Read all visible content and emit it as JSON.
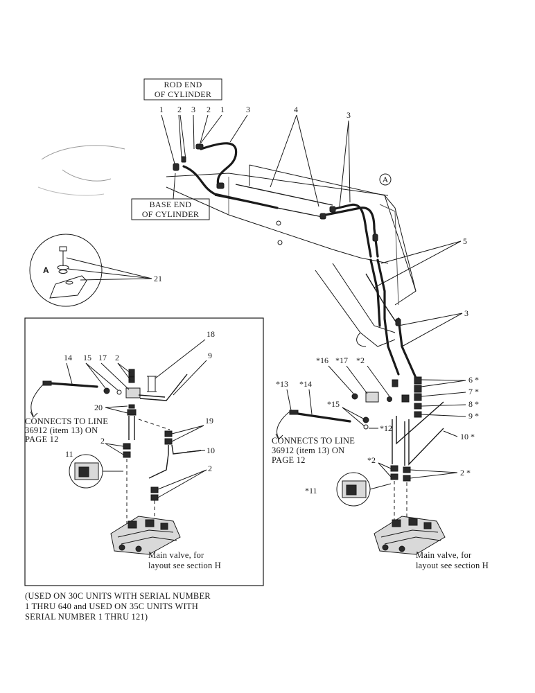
{
  "labels": {
    "rod_end": [
      "ROD END",
      "OF CYLINDER"
    ],
    "base_end": [
      "BASE END",
      "OF CYLINDER"
    ],
    "circle_a": "A",
    "detail_a": "A",
    "connects_left": [
      "CONNECTS TO LINE",
      "36912 (item 13) ON",
      "PAGE 12"
    ],
    "connects_right": [
      "CONNECTS TO LINE",
      "36912 (item 13) ON",
      "PAGE 12"
    ],
    "main_valve_left": [
      "Main valve, for",
      "layout see section H"
    ],
    "main_valve_right": [
      "Main valve, for",
      "layout see section H"
    ],
    "usage_note": [
      "(USED ON 30C UNITS WITH SERIAL NUMBER",
      "1 THRU 640 and USED ON 35C UNITS WITH",
      "SERIAL NUMBER 1 THRU 121)"
    ]
  },
  "callouts": {
    "top_1a": "1",
    "top_2a": "2",
    "top_3a": "3",
    "top_2b": "2",
    "top_1b": "1",
    "top_3b": "3",
    "top_4": "4",
    "top_3c": "3",
    "right_5": "5",
    "right_3": "3",
    "detail_21": "21",
    "box_14": "14",
    "box_15": "15",
    "box_17": "17",
    "box_2a": "2",
    "box_18": "18",
    "box_9": "9",
    "box_20": "20",
    "box_19": "19",
    "box_2b": "2",
    "box_10": "10",
    "box_11": "11",
    "box_2c": "2",
    "r_16": "*16",
    "r_17": "*17",
    "r_2": "*2",
    "r_13": "*13",
    "r_14": "*14",
    "r_15": "*15",
    "r_12": "*12",
    "r_6": "6 *",
    "r_7": "7 *",
    "r_8": "8 *",
    "r_9": "9 *",
    "r_10": "10 *",
    "r_2b": "*2",
    "r_2c": "2 *",
    "r_11": "*11"
  }
}
